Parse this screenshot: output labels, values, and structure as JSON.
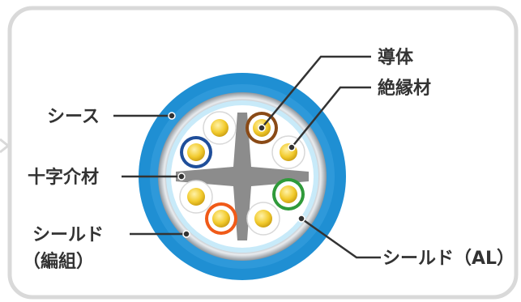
{
  "labels": {
    "conductor": "導体",
    "insulator": "絶縁材",
    "sheath": "シース",
    "cross_filler": "十字介材",
    "shield_braid_line1": "シールド",
    "shield_braid_line2": "（編組）",
    "shield_al": "シールド（AL）"
  },
  "colors": {
    "frame": "#d9d9d9",
    "sheath": "#1f8fd3",
    "braid_shield": "#bfc6cc",
    "al_shield": "#c8eaf9",
    "cross": "#8c8c8c",
    "label_text": "#333333",
    "leader_line": "#333333",
    "conductor_gold": "#f2cb2e",
    "pair_blue": "#1f4e9a",
    "pair_brown": "#8a4a16",
    "pair_green": "#2f9a3a",
    "pair_orange": "#f05a18"
  }
}
